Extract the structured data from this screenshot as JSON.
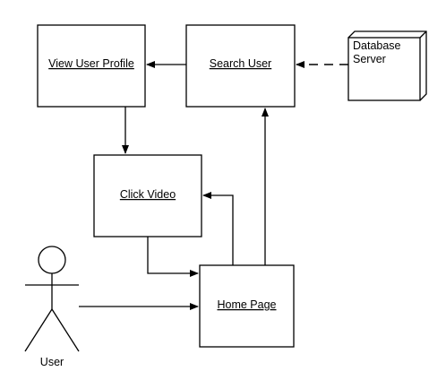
{
  "nodes": {
    "view_user_profile": "View User Profile",
    "search_user": "Search User",
    "database_server": [
      "Database",
      "Server"
    ],
    "click_video": "Click Video",
    "home_page": "Home Page"
  },
  "actor": {
    "label": "User"
  },
  "colors": {
    "stroke": "#000000",
    "background": "#ffffff"
  }
}
